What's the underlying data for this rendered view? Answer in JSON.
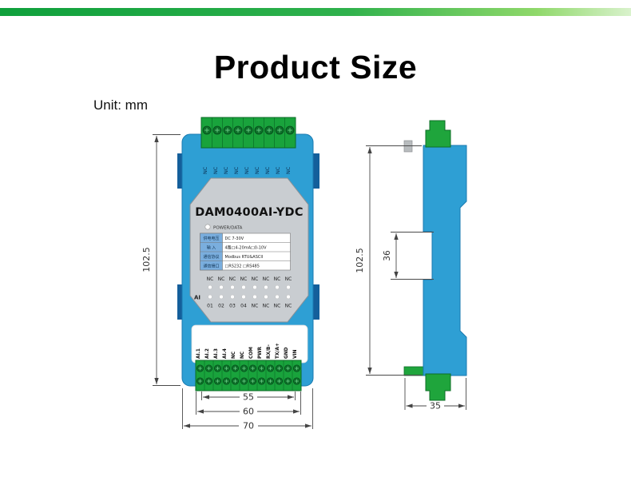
{
  "header": {
    "title": "Product Size"
  },
  "unit_label": "Unit: mm",
  "front_view": {
    "model": "DAM0400AI-YDC",
    "power_led_label": "POWER/DATA",
    "spec_table": [
      {
        "label": "供电电压",
        "value": "DC 7-30V"
      },
      {
        "label": "输  入",
        "value": "4路□4-20mA□0-10V"
      },
      {
        "label": "通信协议",
        "value": "Modbus RTU&ASCII"
      },
      {
        "label": "通信接口",
        "value": "□RS232 □RS485"
      }
    ],
    "ai_label": "AI",
    "channel_top_row": [
      "NC",
      "NC",
      "NC",
      "NC",
      "NC",
      "NC",
      "NC",
      "NC"
    ],
    "channel_bottom_row": [
      "01",
      "02",
      "03",
      "04",
      "NC",
      "NC",
      "NC",
      "NC"
    ],
    "top_terminal_labels": [
      "NC",
      "NC",
      "NC",
      "NC",
      "NC",
      "NC",
      "NC",
      "NC",
      "NC"
    ],
    "bottom_terminal_labels": [
      "AI.1",
      "AI.2",
      "AI.3",
      "AI.4",
      "NC",
      "NC",
      "COM",
      "PWR",
      "RX/B-",
      "TX/A+",
      "GND",
      "VIN"
    ]
  },
  "dimensions": {
    "front_height": "102.5",
    "front_width_terminal": "55",
    "front_width_block": "60",
    "front_width_overall": "70",
    "side_height": "102.5",
    "side_rail_slot": "36",
    "side_depth": "35"
  },
  "colors": {
    "accent_green": "#1aa23c",
    "module_blue": "#2e9fd4",
    "terminal_green": "#19a33c",
    "plate_gray": "#c9cdd1"
  }
}
